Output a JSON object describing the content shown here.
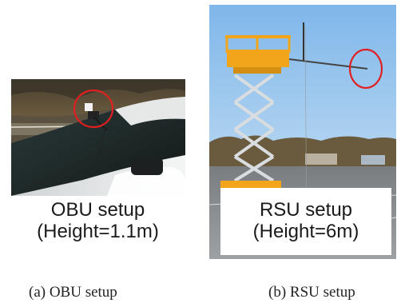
{
  "panel_a": {
    "label_line1": "OBU setup",
    "label_line2": "(Height=1.1m)",
    "caption": "(a) OBU setup",
    "highlight_color": "#e02020"
  },
  "panel_b": {
    "label_line1": "RSU setup",
    "label_line2": "(Height=6m)",
    "caption": "(b) RSU setup",
    "highlight_color": "#e02020",
    "lift_color": "#f2a51a"
  }
}
